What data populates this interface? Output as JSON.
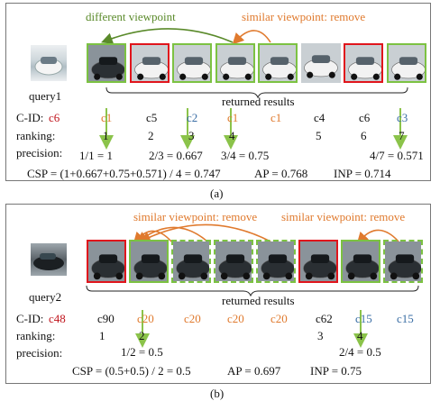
{
  "panel_a": {
    "annotations": {
      "different": "different viewpoint",
      "similar": "similar viewpoint: remove"
    },
    "query_label": "query1",
    "returned_label": "returned results",
    "row_labels": {
      "cid_prefix": "C-ID:",
      "ranking": "ranking:",
      "precision": "precision:"
    },
    "query_id": "c6",
    "results": [
      {
        "id": "c1",
        "rank": "1",
        "border": "green",
        "car": "dark sedan"
      },
      {
        "id": "c5",
        "rank": "2",
        "border": "red",
        "car": "white sedan"
      },
      {
        "id": "c2",
        "rank": "3",
        "border": "green",
        "car": "white sedan"
      },
      {
        "id": "c1",
        "rank": "4",
        "border": "green",
        "car": "white sedan"
      },
      {
        "id": "c1",
        "rank": "",
        "border": "green",
        "car": "white sedan"
      },
      {
        "id": "c4",
        "rank": "5",
        "border": "none",
        "car": "white hatch"
      },
      {
        "id": "c6",
        "rank": "6",
        "border": "red",
        "car": "white sedan"
      },
      {
        "id": "c3",
        "rank": "7",
        "border": "green",
        "car": "white sedan"
      }
    ],
    "precisions": [
      "1/1 = 1",
      "2/3 = 0.667",
      "3/4 = 0.75",
      "4/7 = 0.571"
    ],
    "metrics": {
      "csp": "CSP = (1+0.667+0.75+0.571) / 4 = 0.747",
      "ap": "AP =  0.768",
      "inp": "INP =  0.714"
    },
    "caption": "(a)"
  },
  "panel_b": {
    "annotations": {
      "similar_1": "similar viewpoint: remove",
      "similar_2": "similar viewpoint: remove"
    },
    "query_label": "query2",
    "returned_label": "returned results",
    "row_labels": {
      "cid_prefix": "C-ID:",
      "ranking": "ranking:",
      "precision": "precision:"
    },
    "query_id": "c48",
    "results": [
      {
        "id": "c90",
        "rank": "1",
        "border": "red",
        "car": "black sedan"
      },
      {
        "id": "c20",
        "rank": "2",
        "border": "green",
        "car": "dark sedan"
      },
      {
        "id": "c20",
        "rank": "",
        "border": "green-dashed",
        "car": "dark sedan"
      },
      {
        "id": "c20",
        "rank": "",
        "border": "green-dashed",
        "car": "dark sedan"
      },
      {
        "id": "c20",
        "rank": "",
        "border": "green-dashed",
        "car": "dark sedan"
      },
      {
        "id": "c62",
        "rank": "3",
        "border": "red",
        "car": "black sedan"
      },
      {
        "id": "c15",
        "rank": "4",
        "border": "green",
        "car": "dark sedan"
      },
      {
        "id": "c15",
        "rank": "",
        "border": "green-dashed",
        "car": "dark sedan"
      }
    ],
    "precisions": [
      "1/2 = 0.5",
      "2/4 = 0.5"
    ],
    "metrics": {
      "csp": "CSP = (0.5+0.5) / 2 = 0.5",
      "ap": "AP =  0.697",
      "inp": "INP =  0.75"
    },
    "caption": "(b)"
  },
  "colors": {
    "correct": "#7cc242",
    "wrong": "#e0151c",
    "remove_arrow": "#e07a2e",
    "precision_arrow": "#8bc34a"
  }
}
